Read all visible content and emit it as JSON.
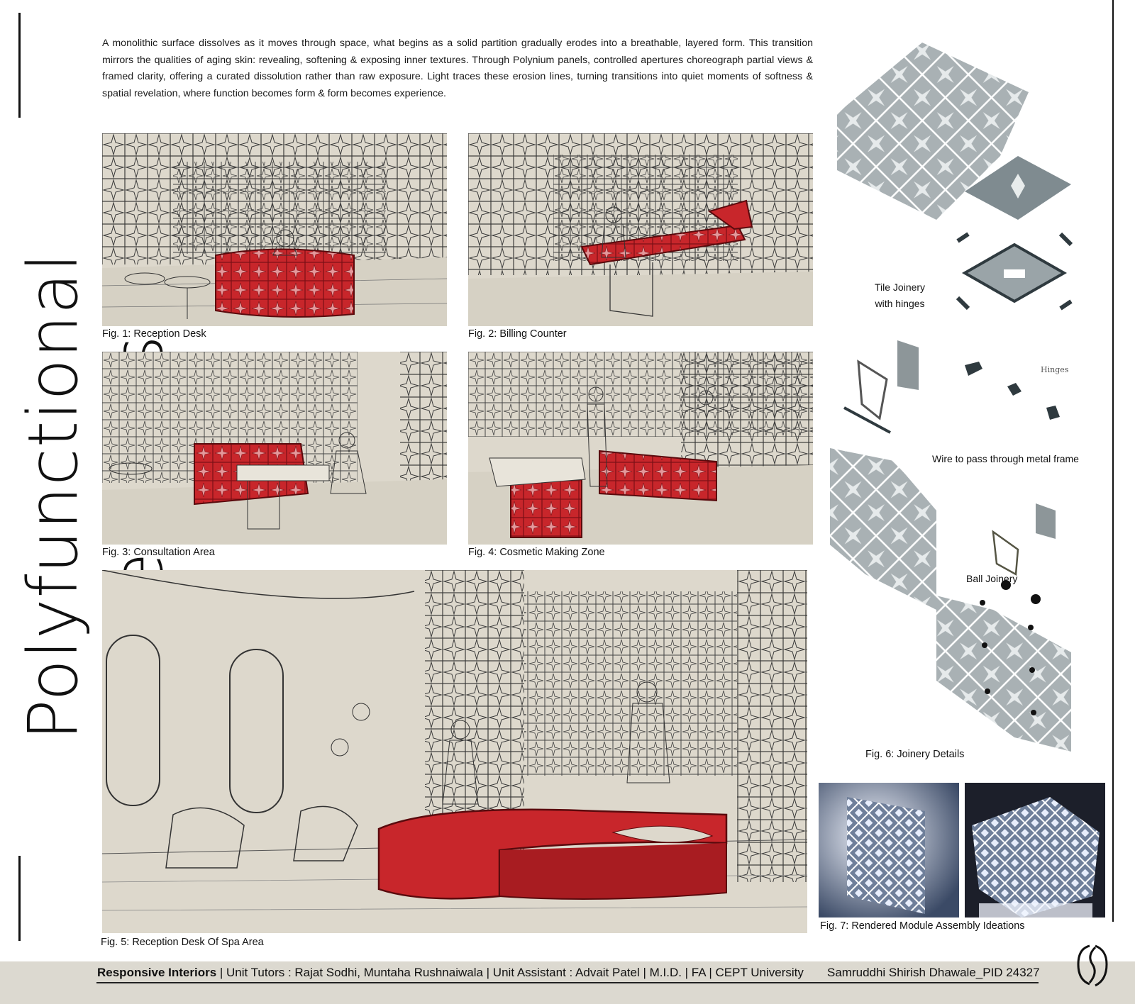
{
  "title": "Polyfunctional Elements",
  "intro": "A monolithic surface dissolves as it moves through space, what begins as a solid partition gradually erodes into a breathable, layered form. This transition mirrors the qualities of aging skin: revealing, softening & exposing inner textures. Through Polynium panels, controlled apertures choreograph partial views & framed clarity, offering a curated dissolution rather than raw exposure.  Light traces these erosion lines, turning transitions into quiet moments of softness & spatial revelation, where function becomes form & form becomes experience.",
  "figures": {
    "fig1": "Fig. 1: Reception Desk",
    "fig2": "Fig. 2: Billing Counter",
    "fig3": "Fig. 3: Consultation Area",
    "fig4": "Fig. 4: Cosmetic Making Zone",
    "fig5": "Fig. 5: Reception Desk Of Spa Area",
    "fig6": "Fig. 6: Joinery Details",
    "fig7": "Fig. 7: Rendered Module Assembly Ideations"
  },
  "notes": {
    "tile_joinery_1": "Tile Joinery",
    "tile_joinery_2": "with hinges",
    "hinges": "Hinges",
    "wire": "Wire to pass through metal frame",
    "ball": "Ball Joinery"
  },
  "footer": {
    "course": "Responsive Interiors",
    "details": " | Unit Tutors : Rajat Sodhi, Muntaha Rushnaiwala | Unit Assistant : Advait Patel | M.I.D. | FA | CEPT University",
    "student": "Samruddhi Shirish Dhawale_PID 24327"
  },
  "colors": {
    "accent_red": "#c8262b",
    "paper": "#ddd8cc",
    "tile": "#9aa3a6",
    "footer_band": "#dcd9d0"
  }
}
